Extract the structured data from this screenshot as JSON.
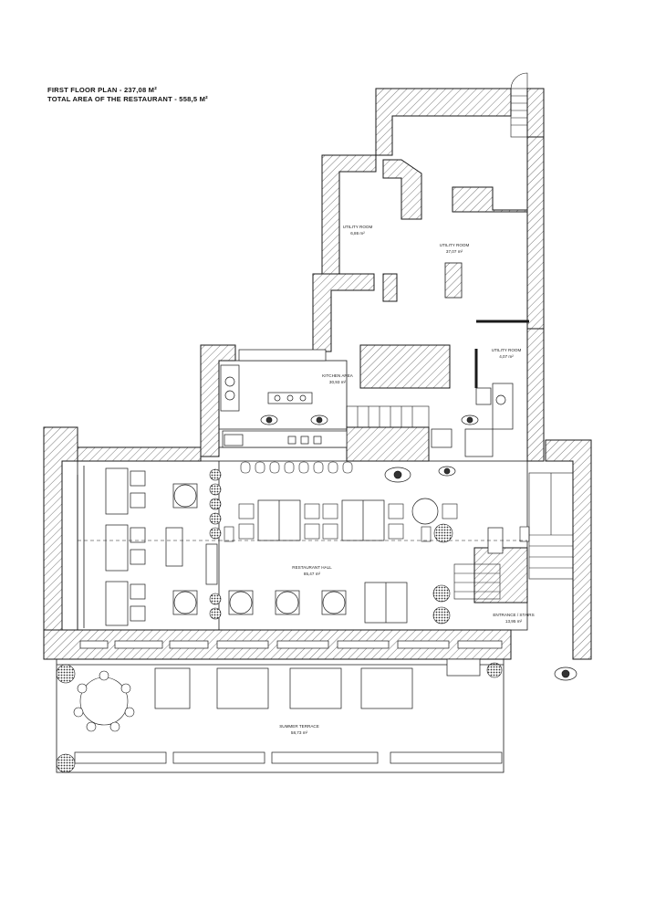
{
  "header": {
    "first_floor": "FIRST FLOOR PLAN - 237,08 M²",
    "total_area": "TOTAL AREA OF THE RESTAURANT - 558,5 M²"
  },
  "rooms": {
    "utility_1": {
      "name": "UTILITY ROOM",
      "area": "6,86 m²"
    },
    "utility_2": {
      "name": "UTILITY ROOM",
      "area": "37,07 m²"
    },
    "utility_3": {
      "name": "UTILITY ROOM",
      "area": "4,07 m²"
    },
    "kitchen": {
      "name": "KITCHEN AREA",
      "area": "30,93 m²"
    },
    "hall": {
      "name": "RESTAURANT HALL",
      "area": "85,47 m²"
    },
    "entrance": {
      "name": "ENTRANCE / STAIRS",
      "area": "13,95 m²"
    },
    "terrace": {
      "name": "SUMMER TERRACE",
      "area": "58,73 m²"
    }
  },
  "colors": {
    "line": "#1a1a1a",
    "hatch": "#444444",
    "plant": "#333333"
  }
}
